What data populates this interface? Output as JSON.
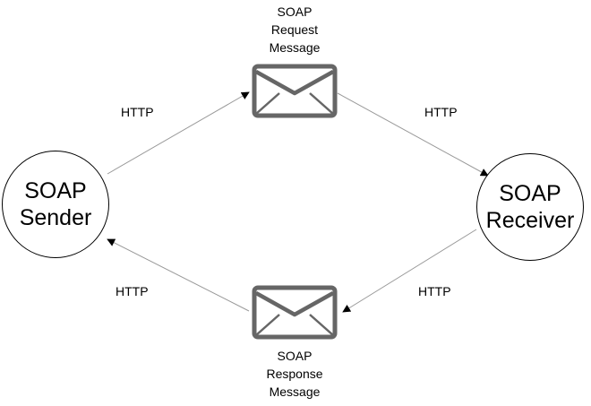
{
  "diagram": {
    "sender": {
      "line1": "SOAP",
      "line2": "Sender"
    },
    "receiver": {
      "line1": "SOAP",
      "line2": "Receiver"
    },
    "request_message": {
      "line1": "SOAP",
      "line2": "Request",
      "line3": "Message"
    },
    "response_message": {
      "line1": "SOAP",
      "line2": "Response",
      "line3": "Message"
    },
    "edge_labels": {
      "sender_to_request": "HTTP",
      "request_to_receiver": "HTTP",
      "receiver_to_response": "HTTP",
      "response_to_sender": "HTTP"
    },
    "icons": {
      "request": "envelope-icon",
      "response": "envelope-icon"
    },
    "colors": {
      "stroke": "#000000",
      "envelope": "#666666",
      "arrow": "#999999"
    }
  }
}
